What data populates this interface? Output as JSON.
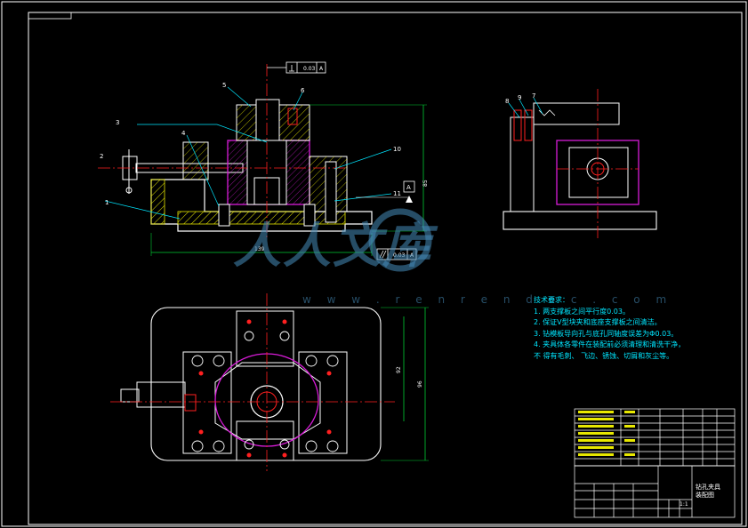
{
  "drawing": {
    "tolerance_perpendicular": "0.03",
    "tolerance_parallel": "0.03",
    "datum": "A",
    "dim_overall_length": "139",
    "dim_height": "85",
    "dim_width_top": "92",
    "dim_width_outer": "96",
    "part_labels": [
      "1",
      "2",
      "3",
      "4",
      "5",
      "6",
      "7",
      "8",
      "9",
      "10",
      "11"
    ],
    "tech_requirements": {
      "title": "技术要求：",
      "items": [
        "1. 两支撑板之间平行度0.03。",
        "2. 保证V型块夹和底座支撑板之间清洁。",
        "3. 钻模板导向孔与底孔同轴度误差为Φ0.03。",
        "4. 夹具体各零件在装配前必须清理和清洗干净，",
        "不 得有毛刺、 飞边、锈蚀、切屑和灰尘等。"
      ]
    },
    "title_block": {
      "name_line1": "钻孔夹具",
      "name_line2": "装配图",
      "scale": "1:1"
    }
  },
  "watermark": {
    "text": "人人文库",
    "url": "w w w . r e n r e n d o c . c o m"
  },
  "colors": {
    "background": "#000000",
    "outline": "#ffffff",
    "section_magenta": "#d81bd8",
    "hatch_yellow": "#e8e800",
    "center_red": "#ff2020",
    "dimension_green": "#00cc33",
    "note_cyan": "#00e6ff"
  }
}
